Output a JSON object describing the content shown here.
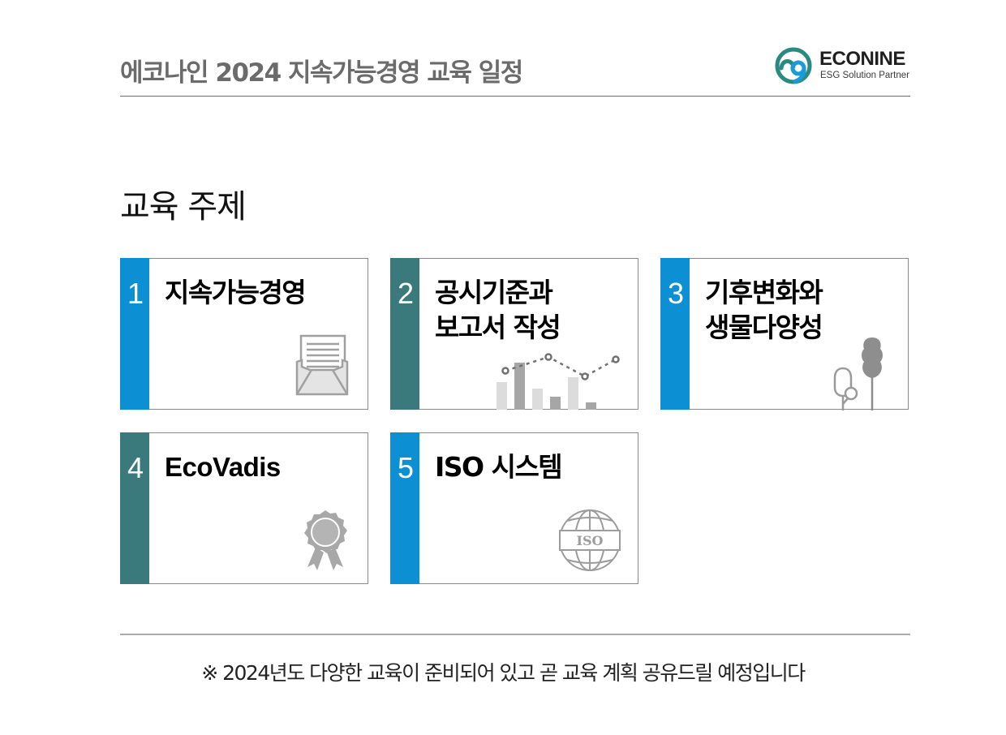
{
  "header": {
    "title": "에코나인 2024 지속가능경영 교육 일정",
    "logo": {
      "name": "ECONINE",
      "tagline": "ESG Solution Partner",
      "colors": {
        "teal": "#2a8a80",
        "blue": "#1a9ad6"
      }
    }
  },
  "section": {
    "title": "교육 주제"
  },
  "topics": [
    {
      "number": "1",
      "title_line1": "지속가능경영",
      "title_line2": "",
      "accent": "#0d8fd4",
      "icon": "envelope-icon"
    },
    {
      "number": "2",
      "title_line1": "공시기준과",
      "title_line2": "보고서 작성",
      "accent": "#3a7a7c",
      "icon": "chart-icon"
    },
    {
      "number": "3",
      "title_line1": "기후변화와",
      "title_line2": "생물다양성",
      "accent": "#0d8fd4",
      "icon": "trees-icon"
    },
    {
      "number": "4",
      "title_line1": "EcoVadis",
      "title_line2": "",
      "accent": "#3a7a7c",
      "icon": "award-badge-icon"
    },
    {
      "number": "5",
      "title_line1": "ISO 시스템",
      "title_line2": "",
      "accent": "#0d8fd4",
      "icon": "iso-globe-icon",
      "icon_label": "ISO"
    }
  ],
  "footer": {
    "note": "※ 2024년도 다양한 교육이 준비되어 있고 곧 교육 계획 공유드릴 예정입니다"
  }
}
